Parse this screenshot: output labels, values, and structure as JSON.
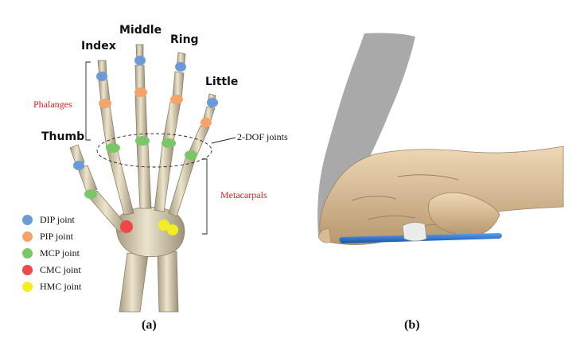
{
  "panel_a": {
    "fingers": {
      "index": "Index",
      "middle": "Middle",
      "ring": "Ring",
      "little": "Little",
      "thumb": "Thumb"
    },
    "phalanges_label": "Phalanges",
    "metacarpals_label": "Metacarpals",
    "dof_label": "2-DOF joints",
    "caption": "(a)",
    "legend": [
      {
        "label": "DIP joint",
        "color": "#6b9bd6"
      },
      {
        "label": "PIP joint",
        "color": "#f4a46a"
      },
      {
        "label": "MCP joint",
        "color": "#7cc66a"
      },
      {
        "label": "CMC joint",
        "color": "#f04848"
      },
      {
        "label": "HMC joint",
        "color": "#f3ee22"
      }
    ]
  },
  "panel_b": {
    "caption": "(b)"
  },
  "colors": {
    "bone": "#d8cfb6",
    "bone_shade": "#a89d82",
    "skin": "#e6cca6",
    "skin_shade": "#b89a74",
    "shadow": "#9a9a9a",
    "pen": "#1f6fd6"
  }
}
